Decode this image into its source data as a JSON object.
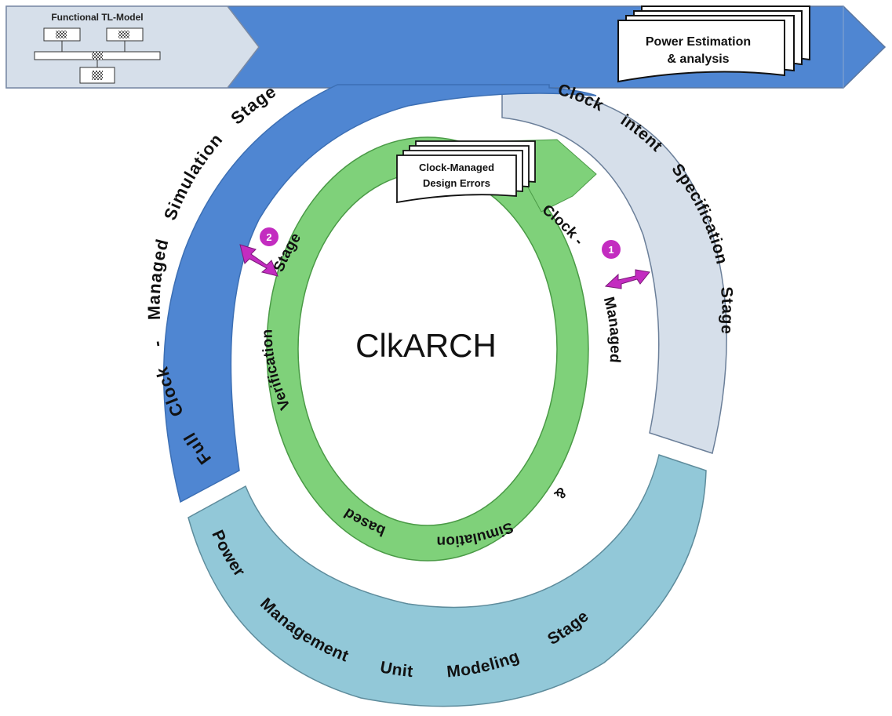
{
  "center_title": "ClkARCH",
  "tl_model": {
    "title": "Functional TL-Model"
  },
  "power_doc": {
    "line1": "Power Estimation",
    "line2": "& analysis"
  },
  "design_errors": {
    "line1": "Clock-Managed",
    "line2": "Design Errors"
  },
  "stages": {
    "full_clock": {
      "label": "Full Clock - Managed Simulation Stage",
      "words": [
        "Full",
        "Clock",
        "-",
        "Managed",
        "Simulation",
        "Stage"
      ]
    },
    "clock_intent": {
      "label": "Clock intent Specification Stage",
      "words": [
        "Clock intent",
        "Specification",
        "Stage"
      ]
    },
    "power_mgmt": {
      "label": "Power Management Unit Modeling Stage",
      "words": [
        "Power",
        "Management",
        "Unit",
        "Modeling",
        "Stage"
      ]
    },
    "verification": {
      "label": "Clock - Managed & Simulation based Verification Stage",
      "words": [
        "Clock -",
        "Managed",
        "&",
        "Simulation",
        "based",
        "Verification",
        "Stage"
      ]
    }
  },
  "markers": {
    "one": "1",
    "two": "2"
  },
  "colors": {
    "dark_blue": "#4f86d2",
    "light_gray_blue": "#d6dfea",
    "teal": "#92c8d8",
    "green": "#7fd17a",
    "magenta": "#c32cc0",
    "banner_edge": "#6b7f99"
  }
}
